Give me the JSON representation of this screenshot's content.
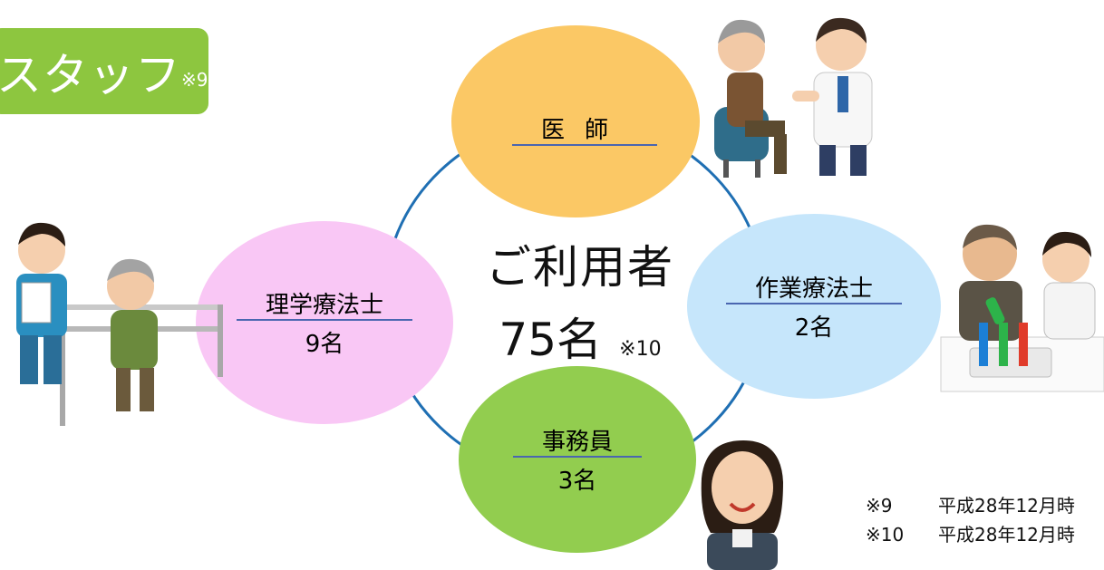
{
  "badge": {
    "title": "スタッフ",
    "note": "※9"
  },
  "center": {
    "title": "ご利用者",
    "count": "75名",
    "note": "※10"
  },
  "roles": {
    "doctor": {
      "label": "医師",
      "count": ""
    },
    "pt": {
      "label": "理学療法士",
      "count": "9名"
    },
    "ot": {
      "label": "作業療法士",
      "count": "2名"
    },
    "clerk": {
      "label": "事務員",
      "count": "3名"
    }
  },
  "footnotes": [
    {
      "mark": "※9",
      "text": "平成28年12月時"
    },
    {
      "mark": "※10",
      "text": "平成28年12月時"
    }
  ],
  "colors": {
    "badge": "#8dc63f",
    "doctor": "#fbc865",
    "pt": "#f9c7f5",
    "ot": "#c6e6fb",
    "clerk": "#92cd4f",
    "ring": "#1f6fb3",
    "underline": "#4a66b0"
  },
  "illustrations": [
    "doctor-with-patient-illustration",
    "physical-therapy-illustration",
    "occupational-therapy-illustration",
    "office-clerk-illustration"
  ]
}
